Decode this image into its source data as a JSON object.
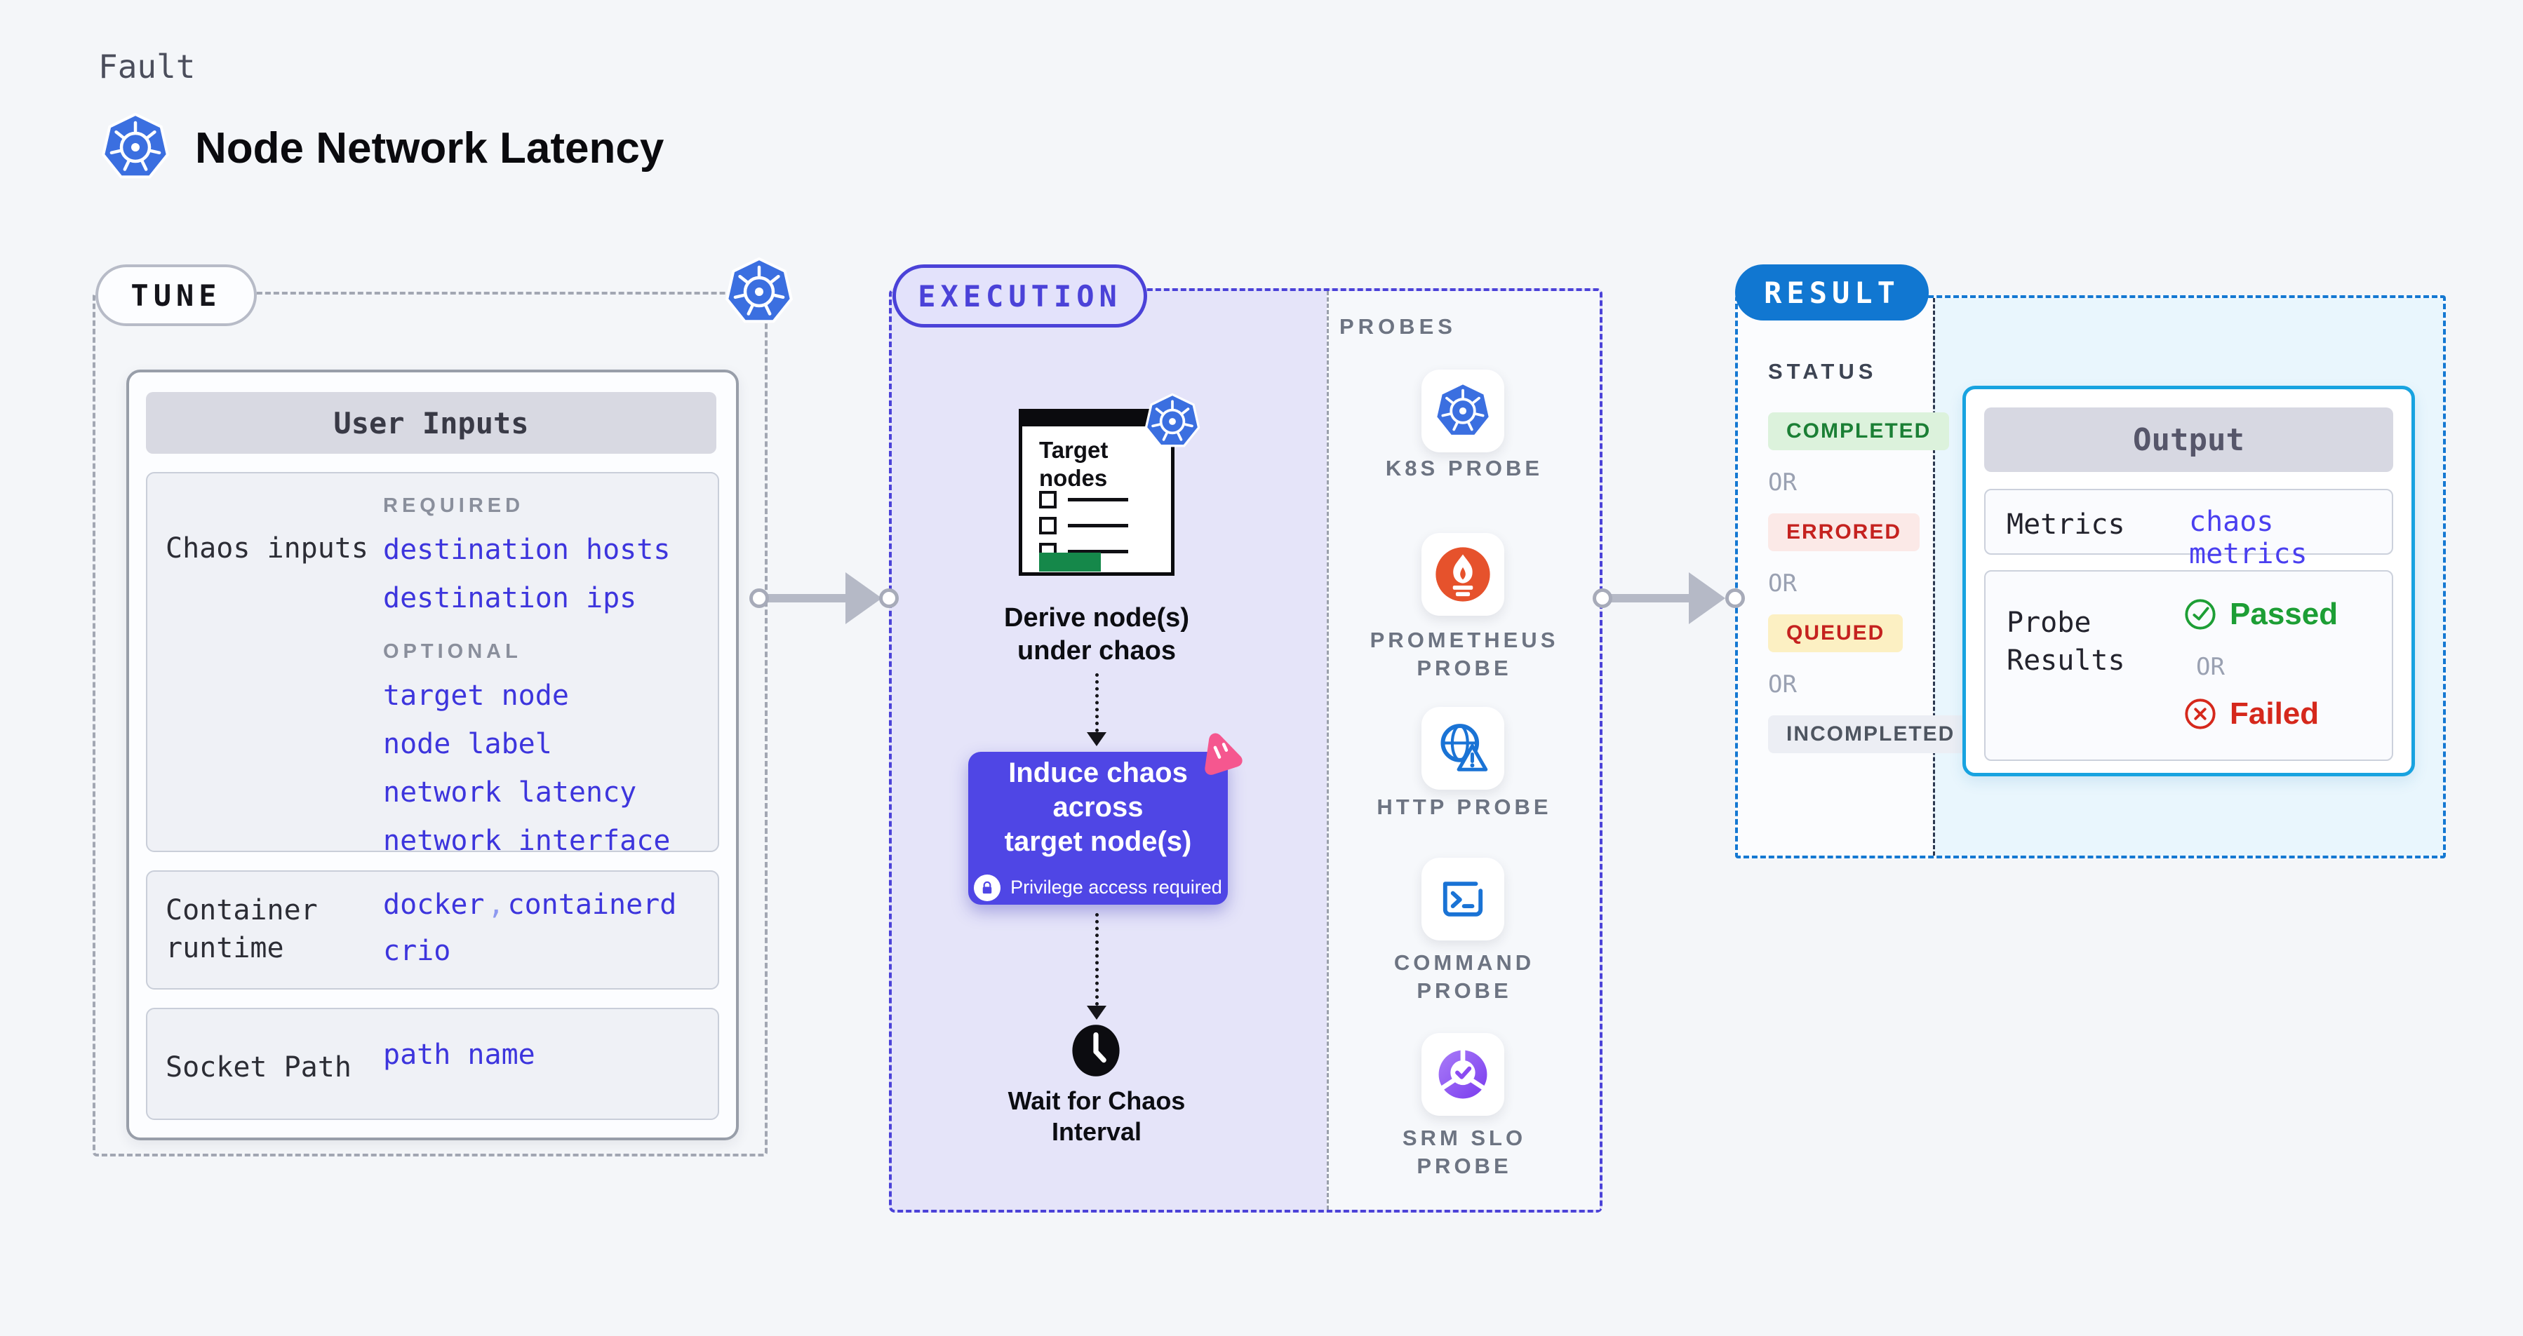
{
  "header": {
    "eyebrow": "Fault",
    "title": "Node Network Latency"
  },
  "tune": {
    "label": "TUNE",
    "user_inputs": {
      "title": "User Inputs",
      "chaos": {
        "label": "Chaos inputs",
        "required_heading": "REQUIRED",
        "required_items": [
          "destination hosts",
          "destination ips"
        ],
        "optional_heading": "OPTIONAL",
        "optional_items": [
          "target node",
          "node label",
          "network latency",
          "network interface"
        ]
      },
      "runtime": {
        "label": "Container\nruntime",
        "values": [
          "docker",
          "containerd",
          "crio"
        ],
        "separator": ","
      },
      "socket": {
        "label": "Socket Path",
        "value": "path name"
      }
    }
  },
  "execution": {
    "label": "EXECUTION",
    "target_nodes_label": "Target\nnodes",
    "derive_label": "Derive node(s)\nunder chaos",
    "induce_label": "Induce chaos across\ntarget node(s)",
    "privilege_label": "Privilege access required",
    "wait_label": "Wait for Chaos\nInterval"
  },
  "probes": {
    "label": "PROBES",
    "items": [
      {
        "icon": "k8s-icon",
        "label": "K8S PROBE"
      },
      {
        "icon": "prometheus-icon",
        "label": "PROMETHEUS\nPROBE"
      },
      {
        "icon": "http-globe-warning-icon",
        "label": "HTTP PROBE"
      },
      {
        "icon": "command-terminal-icon",
        "label": "COMMAND\nPROBE"
      },
      {
        "icon": "srm-slo-icon",
        "label": "SRM SLO\nPROBE"
      }
    ]
  },
  "result": {
    "label": "RESULT",
    "status_heading": "STATUS",
    "or_label": "OR",
    "statuses": [
      {
        "label": "COMPLETED",
        "color": "#1b7f35",
        "background": "#dcf2dc"
      },
      {
        "label": "ERRORED",
        "color": "#c5221f",
        "background": "#fbe9e7"
      },
      {
        "label": "QUEUED",
        "color": "#c5221f",
        "background": "#fcf0c3"
      },
      {
        "label": "INCOMPLETED",
        "color": "#4e5560",
        "background": "#eceef4"
      }
    ],
    "output": {
      "title": "Output",
      "metrics_label": "Metrics",
      "metrics_value": "chaos metrics",
      "probe_results_label": "Probe\nResults",
      "passed_label": "Passed",
      "or_label": "OR",
      "failed_label": "Failed"
    }
  },
  "colors": {
    "page_background": "#f4f6f9",
    "accent_indigo": "#4b42d8",
    "induce_box": "#4f46e5",
    "result_blue": "#1177d1",
    "output_border_cyan": "#18a3e0",
    "value_blue": "#3d35dd",
    "metrics_value_blue": "#4a3ff0",
    "success_green": "#1d9e35",
    "error_red": "#d5281c",
    "k8s_blue": "#3b6fe0",
    "prometheus_orange": "#e6522c",
    "litmus_pink": "#f5578f",
    "slo_purple": "#8b4bf2",
    "target_green_bar": "#15884a"
  }
}
